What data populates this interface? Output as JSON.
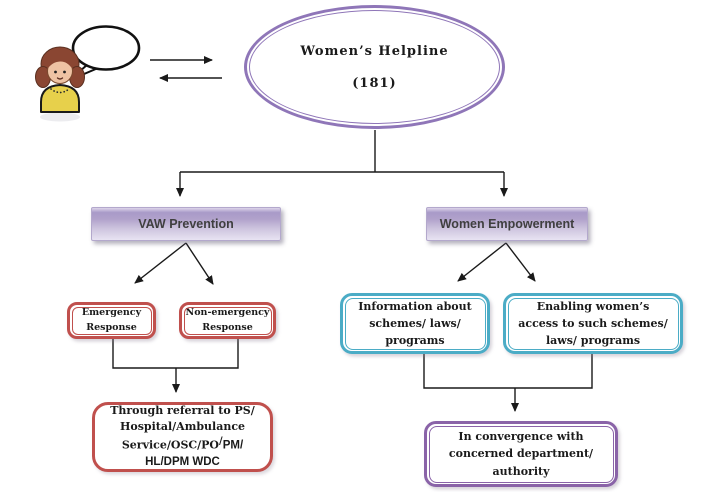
{
  "colors": {
    "purple": "#8f76b8",
    "purple_dark": "#8a63a8",
    "red": "#c0504d",
    "cyan": "#4bacc6",
    "header_text": "#3f3f3f",
    "text": "#1a1a1a",
    "hair": "#8a4632",
    "skin": "#eec3a4",
    "shirt": "#e7d04b"
  },
  "icons": {
    "woman_caller": "woman-with-speech-bubble",
    "request_arrow": "right-arrow",
    "response_arrow": "left-arrow"
  },
  "helpline": {
    "name": "Women’s Helpline",
    "number": "(181)"
  },
  "branches": {
    "prevention": "VAW Prevention",
    "empowerment": "Women Empowerment"
  },
  "prevention_children": {
    "emergency": {
      "line1": "Emergency",
      "line2": "Response"
    },
    "non_emergency": {
      "line1": "Non-emergency",
      "line2": "Response"
    }
  },
  "empowerment_children": {
    "information": {
      "line1": "Information about",
      "line2": "schemes/ laws/",
      "line3": "programs"
    },
    "enabling": {
      "line1": "Enabling women’s",
      "line2": "access to such schemes/",
      "line3": "laws/ programs"
    }
  },
  "outcomes": {
    "referral": {
      "line1": "Through referral to PS/",
      "line2": "Hospital/Ambulance",
      "line3_serif": "Service/OSC/PO",
      "line3_sup": "/",
      "line3_sans": "PM/",
      "line4": "HL/DPM WDC"
    },
    "convergence": {
      "line1": "In convergence with",
      "line2": "concerned department/",
      "line3": "authority"
    }
  }
}
